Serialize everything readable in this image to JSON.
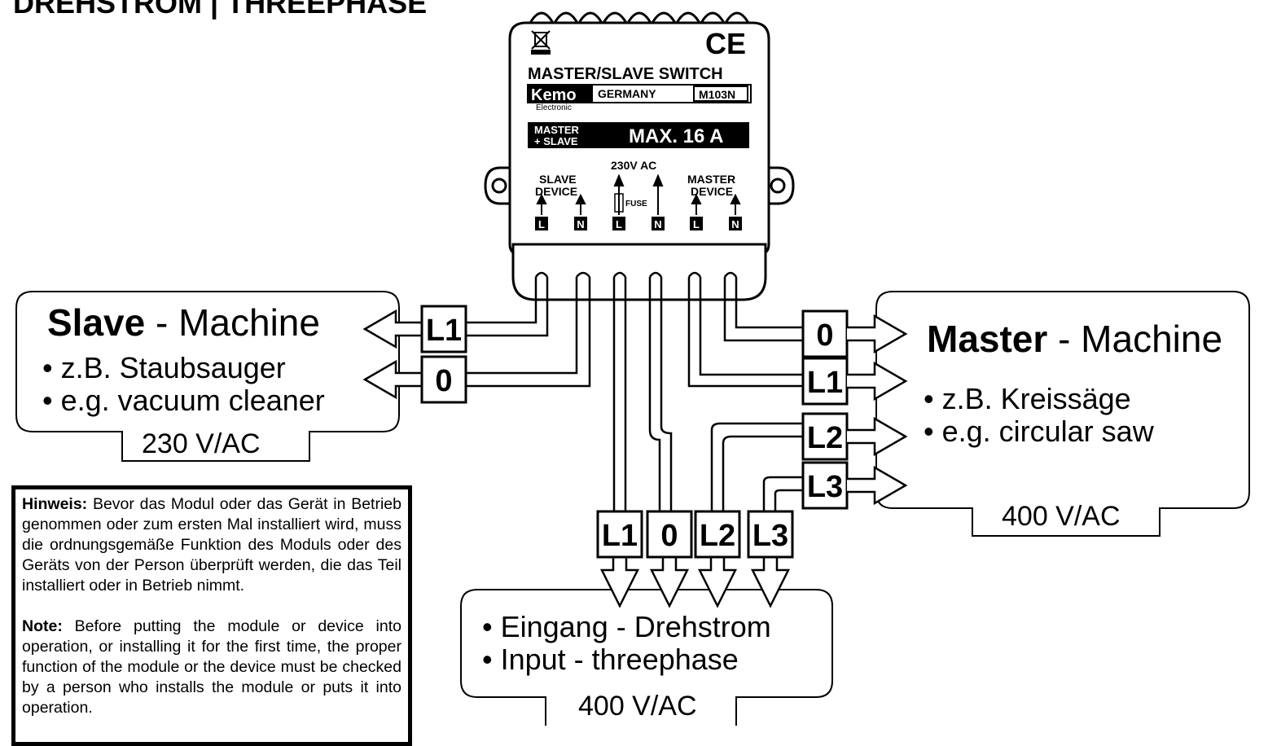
{
  "page_title": "DREHSTROM | THREEPHASE",
  "device": {
    "symbols": {
      "weee": "crossed-bin-icon",
      "ce": "CE"
    },
    "title": "MASTER/SLAVE SWITCH",
    "brand": "Kemo",
    "brand_sub": "Electronic",
    "country": "GERMANY",
    "model": "M103N",
    "rating_left_1": "MASTER",
    "rating_left_2": "+ SLAVE",
    "rating": "MAX. 16 A",
    "slave_label_1": "SLAVE",
    "slave_label_2": "DEVICE",
    "supply_label": "230V AC",
    "fuse_label": "FUSE",
    "master_label_1": "MASTER",
    "master_label_2": "DEVICE",
    "terminals": [
      "L",
      "N",
      "L",
      "N",
      "L",
      "N"
    ]
  },
  "slave_box": {
    "title_bold": "Slave",
    "title_rest": " - Machine",
    "line1": "• z.B. Staubsauger",
    "line2": "• e.g. vacuum cleaner",
    "voltage": "230 V/AC",
    "wires": [
      "L1",
      "0"
    ]
  },
  "master_box": {
    "title_bold": "Master",
    "title_rest": " - Machine",
    "line1": "• z.B. Kreissäge",
    "line2": "• e.g. circular saw",
    "voltage": "400 V/AC",
    "wires": [
      "0",
      "L1",
      "L2",
      "L3"
    ]
  },
  "input_box": {
    "line1": "• Eingang - Drehstrom",
    "line2": "• Input - threephase",
    "voltage": "400 V/AC",
    "wires": [
      "L1",
      "0",
      "L2",
      "L3"
    ]
  },
  "note": {
    "de_bold": "Hinweis:",
    "de_text": " Bevor das Modul oder das Gerät in Betrieb genommen oder zum ersten Mal installiert wird, muss die ordnungsgemäße Funktion des Moduls oder des Geräts von der Person überprüft werden, die das Teil installiert oder in Betrieb nimmt.",
    "en_bold": "Note:",
    "en_text": " Before putting the module or device into operation, or installing it for the first time, the proper function of the module or the device must be checked by a person who installs the module or puts it into operation."
  }
}
